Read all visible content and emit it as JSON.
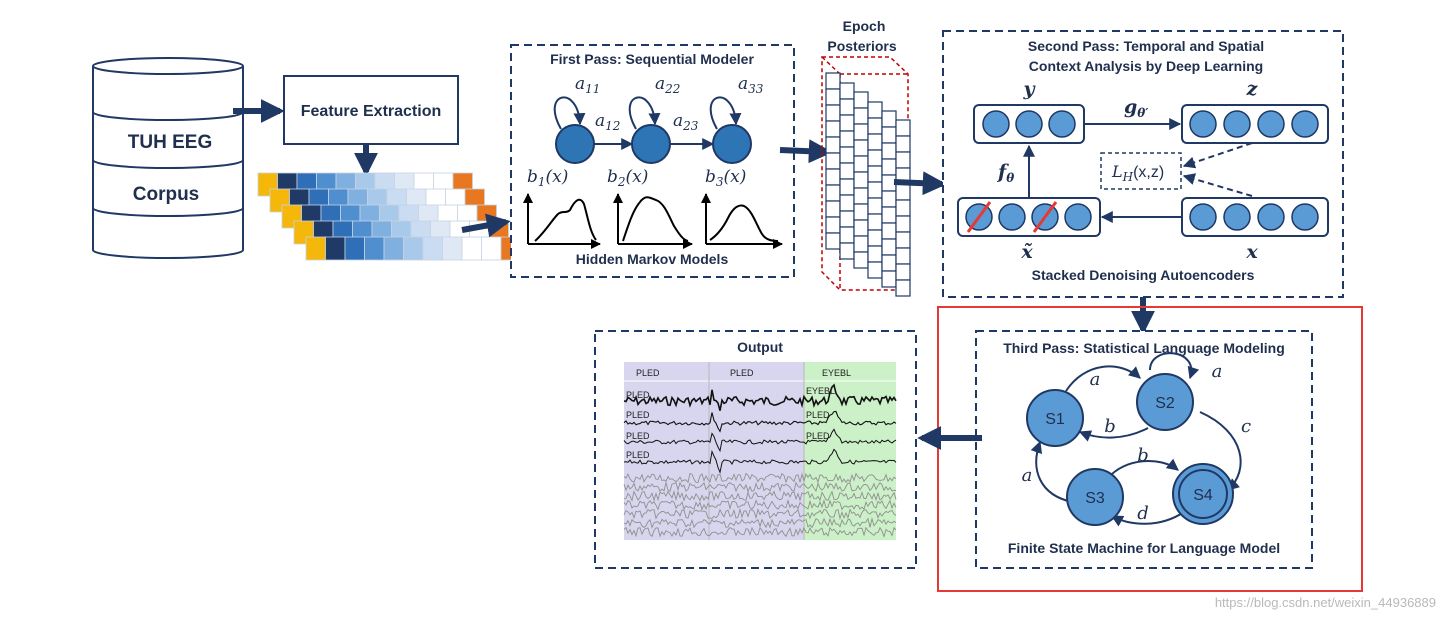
{
  "corpus": {
    "line1": "TUH EEG",
    "line2": "Corpus"
  },
  "feature_extraction": {
    "label": "Feature Extraction"
  },
  "first_pass": {
    "title": "First Pass: Sequential Modeler",
    "footer": "Hidden Markov Models",
    "self_loops": [
      "a",
      "a",
      "a"
    ],
    "self_loop_subs": [
      "11",
      "22",
      "33"
    ],
    "transitions": [
      "a",
      "a"
    ],
    "transition_subs": [
      "12",
      "23"
    ],
    "emissions": [
      "b",
      "b",
      "b"
    ],
    "emission_subs": [
      "1",
      "2",
      "3"
    ],
    "emission_arg": "(x)"
  },
  "epoch_posteriors": {
    "line1": "Epoch",
    "line2": "Posteriors"
  },
  "second_pass": {
    "title_line1": "Second Pass: Temporal and Spatial",
    "title_line2": "Context Analysis by Deep Learning",
    "footer": "Stacked Denoising Autoencoders",
    "y": "y",
    "z": "z",
    "g": "g",
    "g_sub": "θ′",
    "f": "f",
    "f_sub": "θ",
    "loss": "L",
    "loss_sub": "H",
    "loss_arg": "(x,z)",
    "x_tilde": "x̃",
    "x": "x"
  },
  "third_pass": {
    "title": "Third Pass: Statistical Language Modeling",
    "footer": "Finite State Machine for Language Model",
    "states": [
      "S1",
      "S2",
      "S3",
      "S4"
    ],
    "edge_labels": [
      "a",
      "a",
      "b",
      "c",
      "b",
      "a",
      "d"
    ]
  },
  "output": {
    "title": "Output",
    "segment_labels": [
      "PLED",
      "PLED",
      "EYEBL"
    ],
    "channel_labels": [
      "PLED",
      "PLED",
      "PLED",
      "PLED",
      "EYEBL",
      "PLED",
      "PLED"
    ]
  },
  "watermark": "https://blog.csdn.net/weixin_44936889",
  "colors": {
    "navy": "#1f3864",
    "node_blue": "#2e75b6",
    "circle_blue": "#5b9bd5",
    "highlight_red": "#e53935",
    "dashed_red": "#c00000",
    "output_purple": "#d8d6ee",
    "output_green": "#ccf0c8"
  }
}
